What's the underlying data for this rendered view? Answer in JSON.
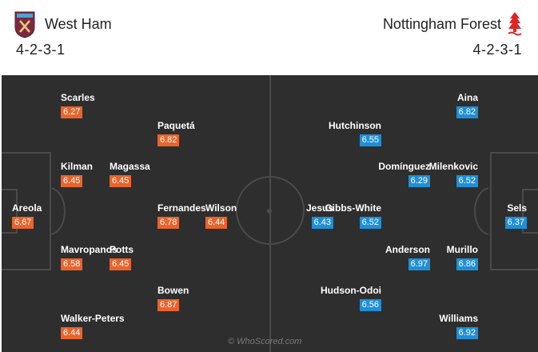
{
  "home": {
    "name": "West Ham",
    "formation": "4-2-3-1",
    "crest_icon": "west-ham-crest-icon",
    "rating_color": "#e8642c",
    "players": [
      {
        "name": "Scarles",
        "rating": "6.27"
      },
      {
        "name": "Paquetá",
        "rating": "6.82"
      },
      {
        "name": "Kilman",
        "rating": "6.45"
      },
      {
        "name": "Magassa",
        "rating": "6.45"
      },
      {
        "name": "Areola",
        "rating": "6.67"
      },
      {
        "name": "Fernandes",
        "rating": "6.78"
      },
      {
        "name": "Wilson",
        "rating": "6.44"
      },
      {
        "name": "Mavropanos",
        "rating": "6.58"
      },
      {
        "name": "Potts",
        "rating": "6.45"
      },
      {
        "name": "Bowen",
        "rating": "6.87"
      },
      {
        "name": "Walker-Peters",
        "rating": "6.44"
      }
    ]
  },
  "away": {
    "name": "Nottingham Forest",
    "formation": "4-2-3-1",
    "crest_icon": "nottingham-forest-crest-icon",
    "rating_color": "#1f8fd6",
    "players": [
      {
        "name": "Aina",
        "rating": "6.82"
      },
      {
        "name": "Hutchinson",
        "rating": "6.55"
      },
      {
        "name": "Domínguez",
        "rating": "6.29"
      },
      {
        "name": "Milenkovic",
        "rating": "6.52"
      },
      {
        "name": "Jesus",
        "rating": "6.43"
      },
      {
        "name": "Gibbs-White",
        "rating": "6.52"
      },
      {
        "name": "Sels",
        "rating": "6.37"
      },
      {
        "name": "Anderson",
        "rating": "6.97"
      },
      {
        "name": "Murillo",
        "rating": "6.86"
      },
      {
        "name": "Hudson-Odoi",
        "rating": "6.56"
      },
      {
        "name": "Williams",
        "rating": "6.92"
      }
    ]
  },
  "watermark": "© WhoScored.com",
  "pitch_color": "#2e2e2e"
}
